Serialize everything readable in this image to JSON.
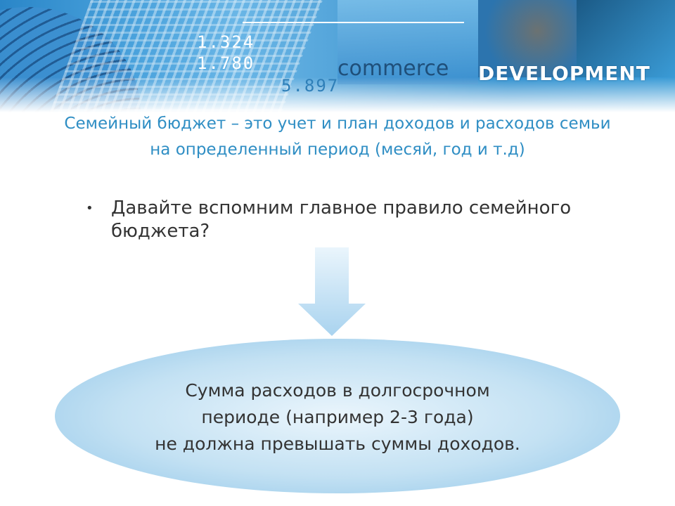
{
  "banner": {
    "numbers": [
      "1.324",
      "1.780",
      "5.897"
    ],
    "word_commerce": "commerce",
    "word_development": "DEVELOPMENT"
  },
  "slide": {
    "title": "Семейный бюджет – это учет и план доходов и расходов семьи на определенный период (месяй, год и т.д)",
    "bullet": "Давайте вспомним главное правило семейного бюджета?",
    "bullet_icon": "bullet-dot",
    "ellipse_lines": [
      "Сумма расходов в долгосрочном",
      "периоде  (например 2-3 года)",
      "не должна превышать суммы доходов."
    ]
  },
  "colors": {
    "title": "#2f8ec4",
    "body_text": "#333333",
    "arrow": "#a9d3ef",
    "ellipse": "#a9d3ef"
  }
}
